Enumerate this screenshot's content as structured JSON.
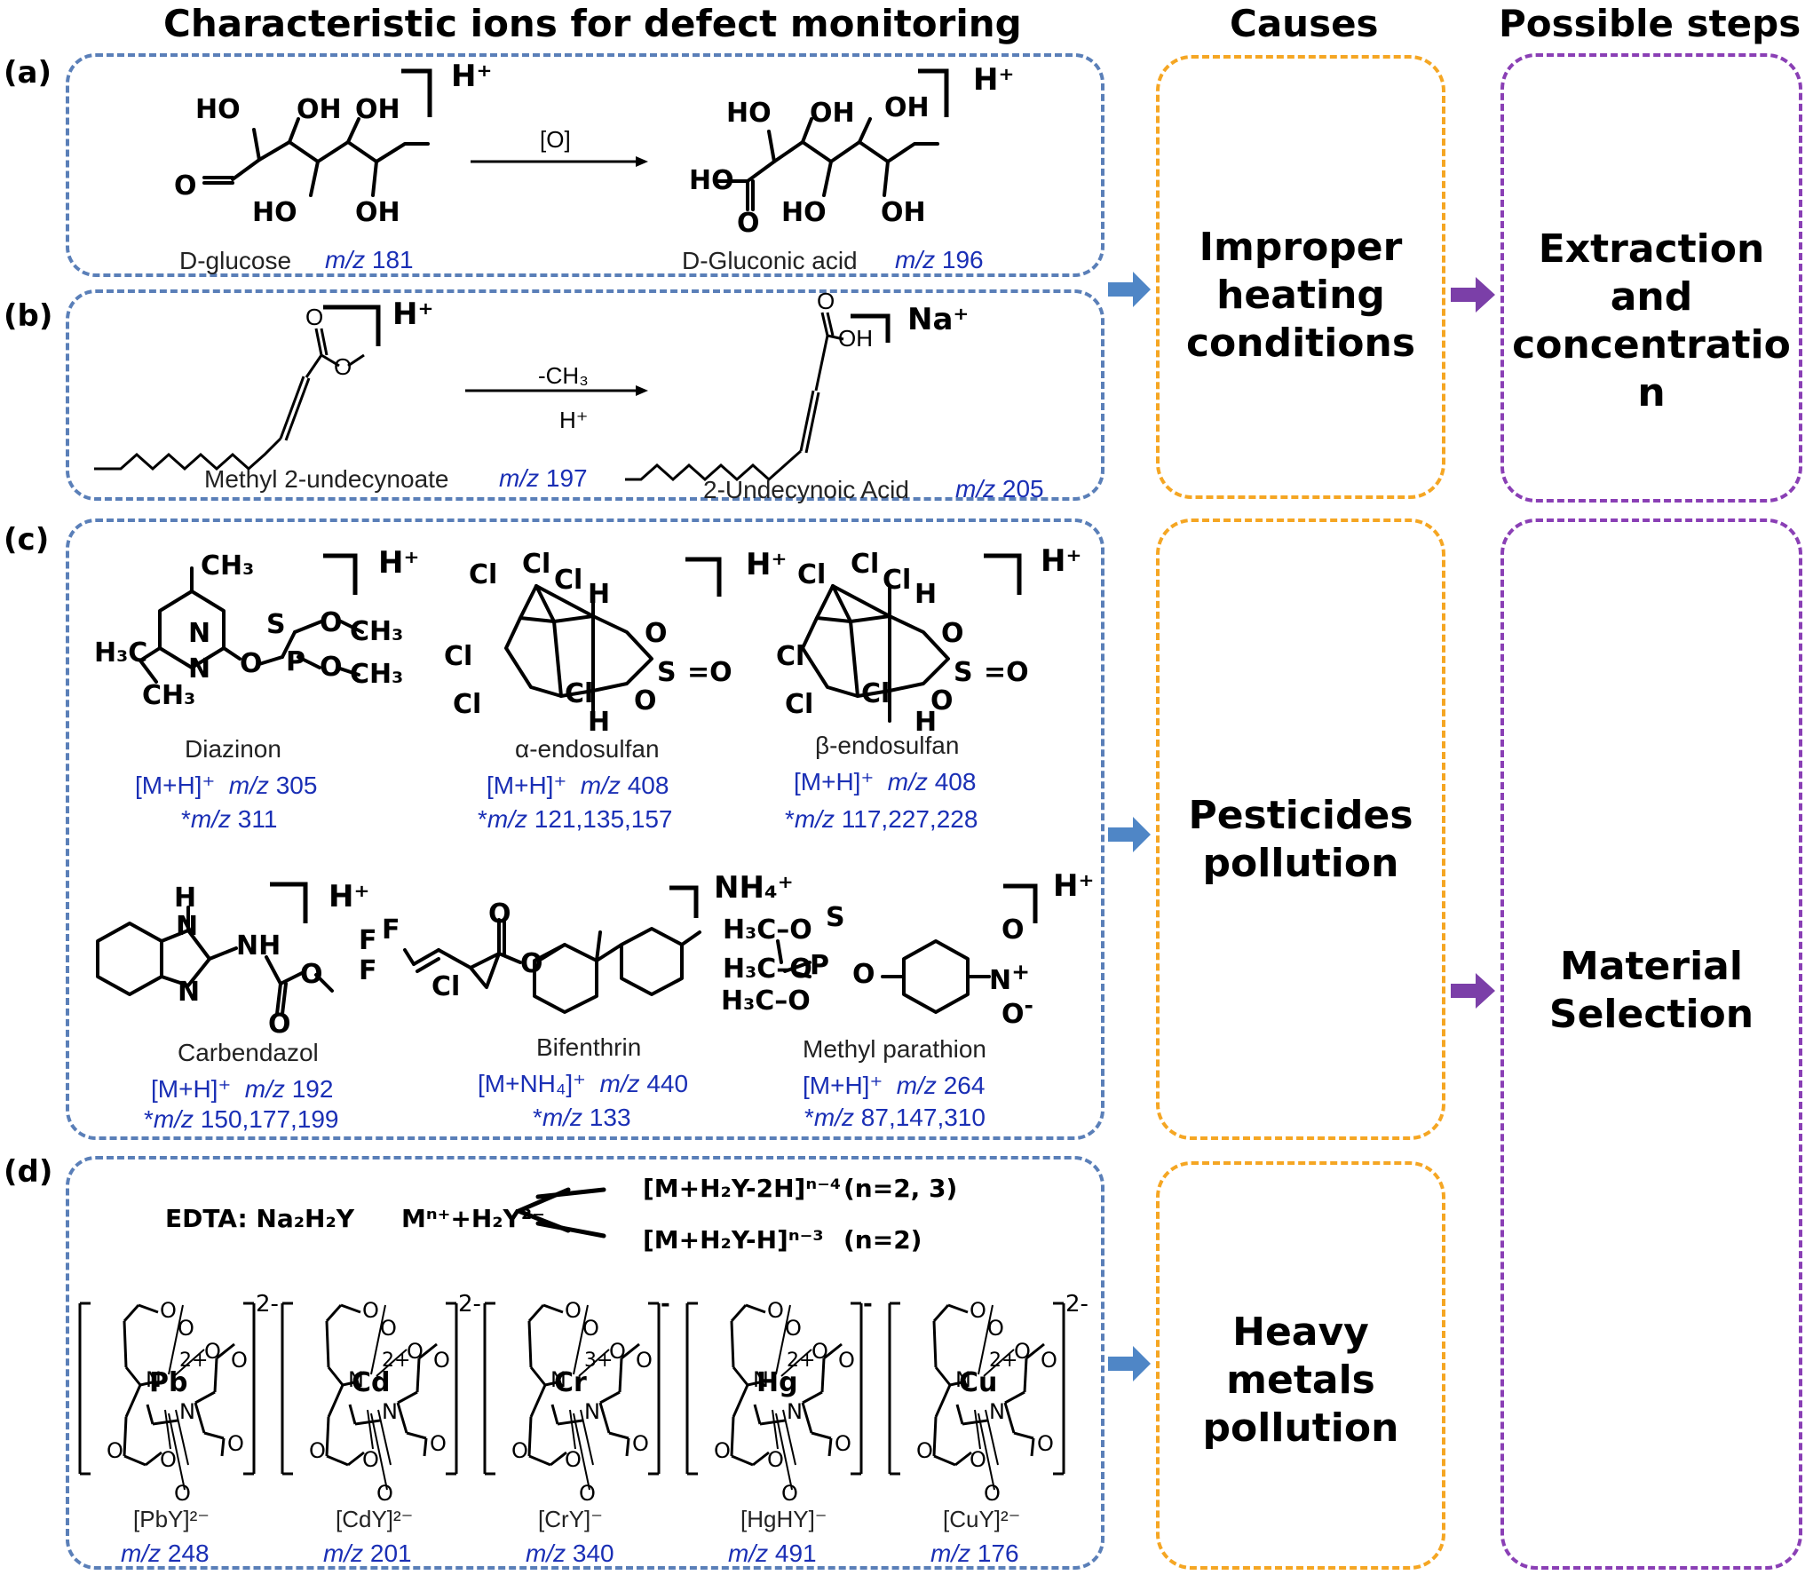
{
  "headers": {
    "ions": "Characteristic ions for defect monitoring",
    "causes": "Causes",
    "steps": "Possible steps"
  },
  "panels": {
    "a": {
      "label": "(a)",
      "reaction_label": "[O]",
      "charge": "H⁺",
      "compounds": [
        {
          "name": "D-glucose",
          "mz_prefix": "m/z",
          "mz": "181"
        },
        {
          "name": "D-Gluconic acid",
          "mz_prefix": "m/z",
          "mz": "196"
        }
      ]
    },
    "b": {
      "label": "(b)",
      "reaction_top": "-CH₃",
      "reaction_bottom": "H⁺",
      "compounds": [
        {
          "name": "Methyl 2-undecynoate",
          "mz_prefix": "m/z",
          "mz": "197",
          "charge": "H⁺"
        },
        {
          "name": "2-Undecynoic Acid",
          "mz_prefix": "m/z",
          "mz": "205",
          "charge": "Na⁺"
        }
      ]
    },
    "c": {
      "label": "(c)",
      "compounds": [
        {
          "name": "Diazinon",
          "adduct": "[M+H]⁺",
          "mz_prefix": "m/z",
          "mz": "305",
          "frag": "311",
          "charge": "H⁺"
        },
        {
          "name": "α-endosulfan",
          "adduct": "[M+H]⁺",
          "mz_prefix": "m/z",
          "mz": "408",
          "frag": "121,135,157",
          "charge": "H⁺"
        },
        {
          "name": "β-endosulfan",
          "adduct": "[M+H]⁺",
          "mz_prefix": "m/z",
          "mz": "408",
          "frag": "117,227,228",
          "charge": "H⁺"
        },
        {
          "name": "Carbendazol",
          "adduct": "[M+H]⁺",
          "mz_prefix": "m/z",
          "mz": "192",
          "frag": "150,177,199",
          "charge": "H⁺"
        },
        {
          "name": "Bifenthrin",
          "adduct": "[M+NH₄]⁺",
          "mz_prefix": "m/z",
          "mz": "440",
          "frag": "133",
          "charge": "NH₄⁺"
        },
        {
          "name": "Methyl parathion",
          "adduct": "[M+H]⁺",
          "mz_prefix": "m/z",
          "mz": "264",
          "frag": "87,147,310",
          "charge": "H⁺"
        }
      ]
    },
    "d": {
      "label": "(d)",
      "edta": "EDTA: Na₂H₂Y",
      "reactant": "Mⁿ⁺+H₂Y²⁻",
      "product1": "[M+H₂Y-2H]ⁿ⁻⁴",
      "product1_n": "(n=2, 3)",
      "product2": "[M+H₂Y-H]ⁿ⁻³",
      "product2_n": "(n=2)",
      "complexes": [
        {
          "name": "[PbY]²⁻",
          "metal": "Pb",
          "metal_charge": "2+",
          "charge": "2-",
          "mz_prefix": "m/z",
          "mz": "248"
        },
        {
          "name": "[CdY]²⁻",
          "metal": "Cd",
          "metal_charge": "2+",
          "charge": "2-",
          "mz_prefix": "m/z",
          "mz": "201"
        },
        {
          "name": "[CrY]⁻",
          "metal": "Cr",
          "metal_charge": "3+",
          "charge": "-",
          "mz_prefix": "m/z",
          "mz": "340"
        },
        {
          "name": "[HgHY]⁻",
          "metal": "Hg",
          "metal_charge": "2+",
          "charge": "-",
          "mz_prefix": "m/z",
          "mz": "491"
        },
        {
          "name": "[CuY]²⁻",
          "metal": "Cu",
          "metal_charge": "2+",
          "charge": "2-",
          "mz_prefix": "m/z",
          "mz": "176"
        }
      ]
    }
  },
  "causes": [
    {
      "lines": [
        "Improper",
        "heating",
        "conditions"
      ]
    },
    {
      "lines": [
        "Pesticides",
        "pollution"
      ]
    },
    {
      "lines": [
        "Heavy metals",
        "pollution"
      ]
    }
  ],
  "steps": [
    {
      "lines": [
        "Extraction",
        "and",
        "concentratio",
        "n"
      ]
    },
    {
      "lines": [
        "Material",
        "Selection"
      ]
    }
  ],
  "colors": {
    "panel_border": "#5a7fb8",
    "cause_border": "#f5a623",
    "step_border": "#8a3fb5",
    "arrow_blue": "#4f86c6",
    "arrow_purple": "#7b3fa8",
    "mz_text": "#1a2fb5"
  }
}
